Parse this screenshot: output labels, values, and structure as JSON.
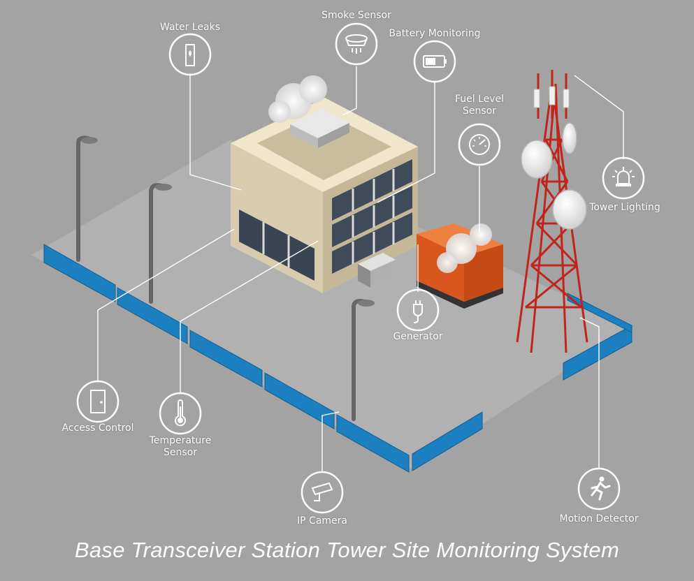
{
  "title": "Base Transceiver Station Tower Site Monitoring System",
  "colors": {
    "background": "#a3a3a3",
    "ground": "#b3b3b3",
    "fence": "#1b7fc0",
    "tower": "#c0251c",
    "generator": "#d9561e",
    "building_wall": "#d9cdb0",
    "label": "#ffffff"
  },
  "sensors": [
    {
      "id": "water_leaks",
      "label": "Water Leaks",
      "icon": "water-leak-icon"
    },
    {
      "id": "smoke_sensor",
      "label": "Smoke Sensor",
      "icon": "smoke-detector-icon"
    },
    {
      "id": "battery",
      "label": "Battery Monitoring",
      "icon": "battery-icon"
    },
    {
      "id": "fuel_level",
      "label": "Fuel Level\nSensor",
      "icon": "fuel-gauge-icon"
    },
    {
      "id": "tower_lighting",
      "label": "Tower Lighting",
      "icon": "beacon-light-icon"
    },
    {
      "id": "generator",
      "label": "Generator",
      "icon": "power-plug-icon"
    },
    {
      "id": "access_control",
      "label": "Access Control",
      "icon": "door-icon"
    },
    {
      "id": "temperature",
      "label": "Temperature\nSensor",
      "icon": "thermometer-icon"
    },
    {
      "id": "ip_camera",
      "label": "IP Camera",
      "icon": "cctv-camera-icon"
    },
    {
      "id": "motion",
      "label": "Motion Detector",
      "icon": "running-person-icon"
    }
  ]
}
